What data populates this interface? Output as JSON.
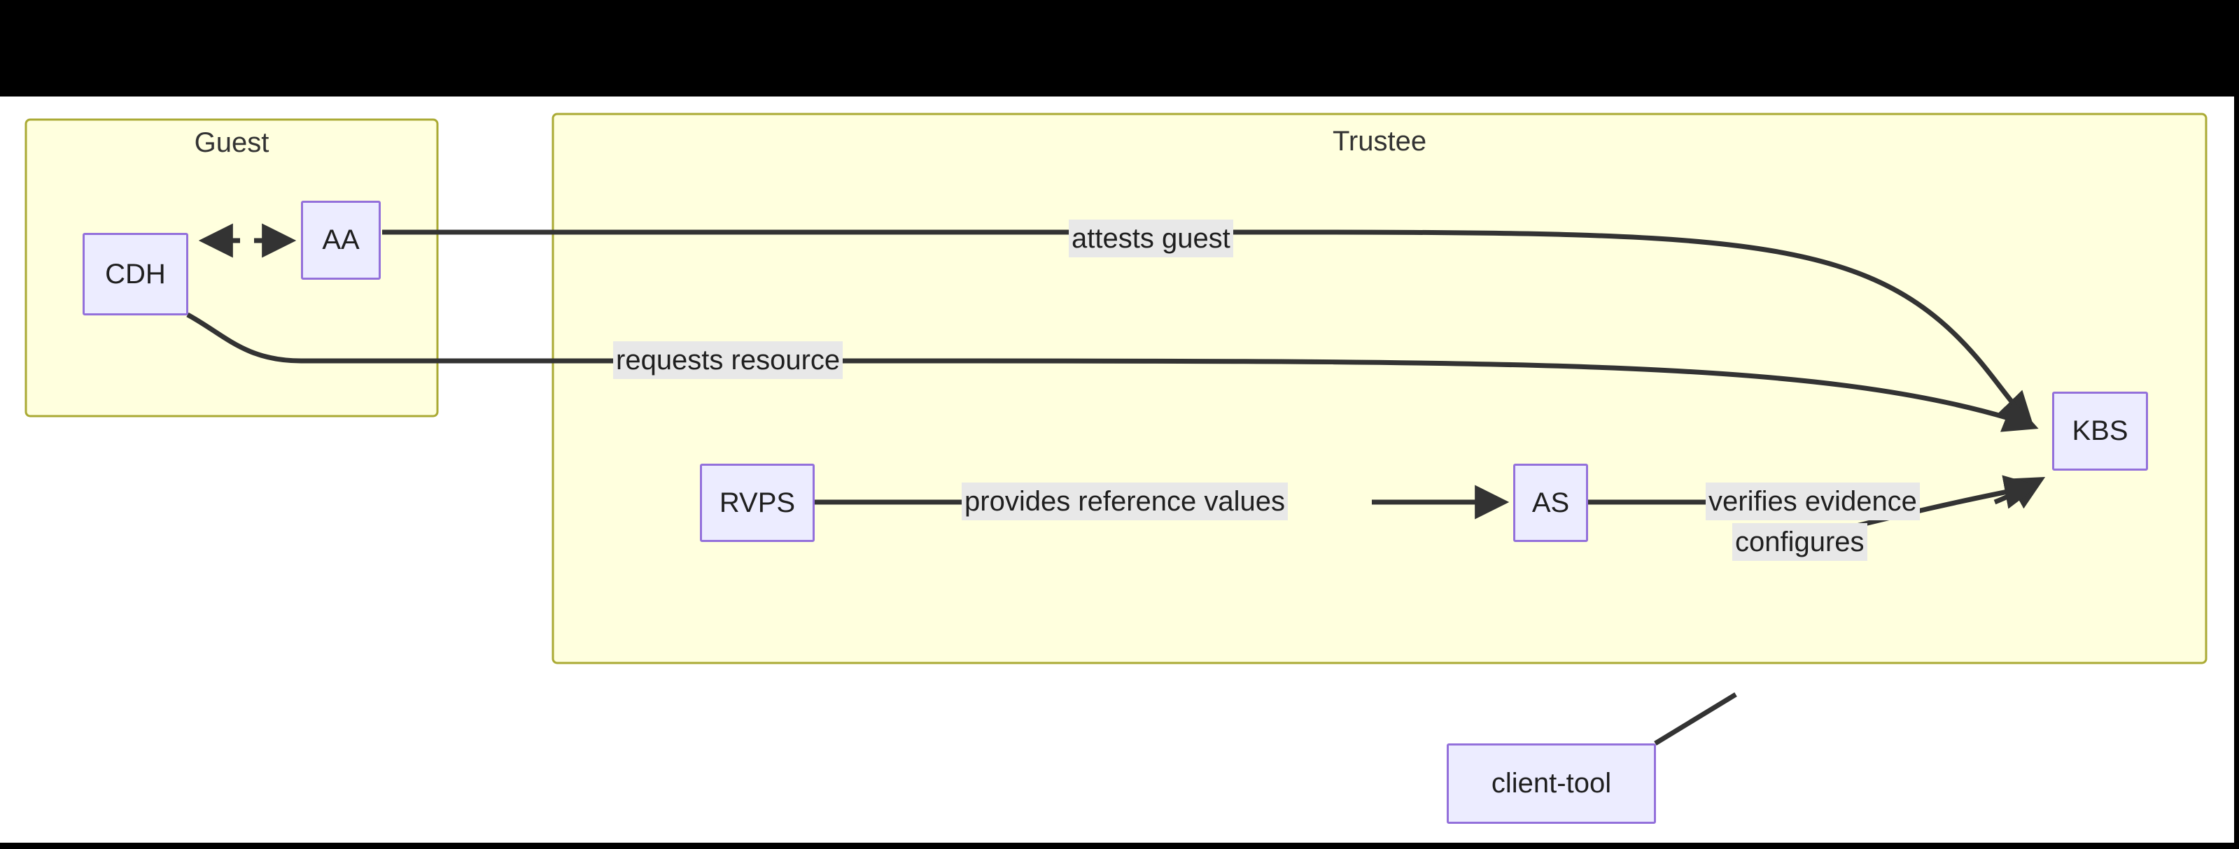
{
  "diagram": {
    "type": "flowchart",
    "background": "#ffffff",
    "letterbox_color": "#000000",
    "colors": {
      "node_fill": "#ececff",
      "node_stroke": "#9370db",
      "cluster_fill": "#ffffde",
      "cluster_stroke": "#aaaa33",
      "edge_stroke": "#333333",
      "edge_label_bg": "#e8e8e8",
      "text": "#1f1f1f"
    },
    "clusters": [
      {
        "id": "guest",
        "title": "Guest"
      },
      {
        "id": "trustee",
        "title": "Trustee"
      }
    ],
    "nodes": [
      {
        "id": "cdh",
        "label": "CDH",
        "cluster": "guest"
      },
      {
        "id": "aa",
        "label": "AA",
        "cluster": "guest"
      },
      {
        "id": "rvps",
        "label": "RVPS",
        "cluster": "trustee"
      },
      {
        "id": "as",
        "label": "AS",
        "cluster": "trustee"
      },
      {
        "id": "kbs",
        "label": "KBS",
        "cluster": "trustee"
      },
      {
        "id": "client-tool",
        "label": "client-tool",
        "cluster": null
      }
    ],
    "edges": [
      {
        "id": "e-aa-cdh",
        "from": "aa",
        "to": "cdh",
        "label": "",
        "style": "dotted",
        "arrow": "both"
      },
      {
        "id": "e-aa-kbs",
        "from": "aa",
        "to": "kbs",
        "label": "attests guest",
        "style": "solid",
        "arrow": "end"
      },
      {
        "id": "e-cdh-kbs",
        "from": "cdh",
        "to": "kbs",
        "label": "requests resource",
        "style": "solid",
        "arrow": "end"
      },
      {
        "id": "e-rvps-as",
        "from": "rvps",
        "to": "as",
        "label": "provides reference values",
        "style": "solid",
        "arrow": "end"
      },
      {
        "id": "e-as-kbs",
        "from": "as",
        "to": "kbs",
        "label": "verifies evidence",
        "style": "solid",
        "arrow": "end"
      },
      {
        "id": "e-client-kbs",
        "from": "client-tool",
        "to": "kbs",
        "label": "configures",
        "style": "solid",
        "arrow": "end"
      }
    ]
  }
}
